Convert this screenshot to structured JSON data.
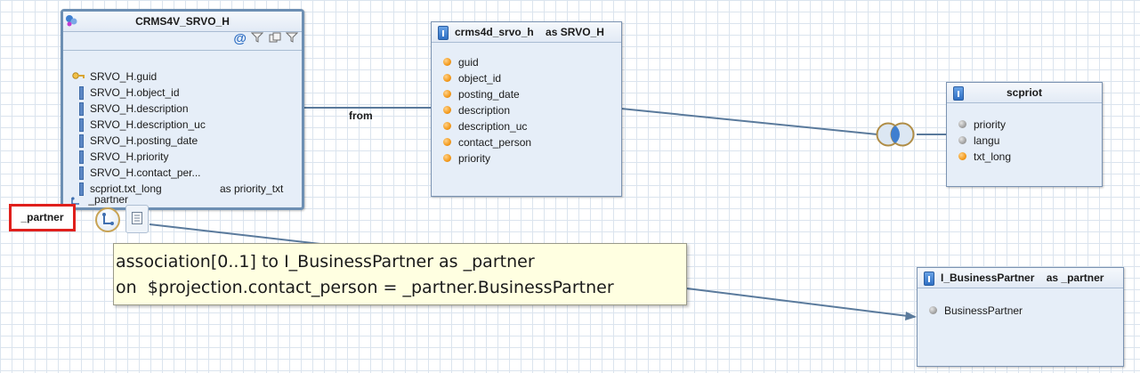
{
  "main_entity": {
    "title": "CRMS4V_SRVO_H",
    "toolbar_icons": [
      "at-annotation-icon",
      "filter-icon",
      "copy-icon",
      "filter-icon"
    ],
    "fields": [
      {
        "name": "SRVO_H.guid",
        "icon": "key-icon"
      },
      {
        "name": "SRVO_H.object_id",
        "icon": "field-icon"
      },
      {
        "name": "SRVO_H.description",
        "icon": "field-icon"
      },
      {
        "name": "SRVO_H.description_uc",
        "icon": "field-icon"
      },
      {
        "name": "SRVO_H.posting_date",
        "icon": "field-icon"
      },
      {
        "name": "SRVO_H.priority",
        "icon": "field-icon"
      },
      {
        "name": "SRVO_H.contact_per...",
        "icon": "field-icon"
      },
      {
        "name": "scpriot.txt_long",
        "alias": "as priority_txt",
        "icon": "field-icon"
      }
    ],
    "association_row": "_partner"
  },
  "source_table": {
    "title": "crms4d_srvo_h    as SRVO_H",
    "fields": [
      "guid",
      "object_id",
      "posting_date",
      "description",
      "description_uc",
      "contact_person",
      "priority"
    ]
  },
  "text_table": {
    "title": "scpriot",
    "fields": [
      {
        "name": "priority",
        "color": "gray"
      },
      {
        "name": "langu",
        "color": "gray"
      },
      {
        "name": "txt_long",
        "color": "orange"
      }
    ]
  },
  "partner_table": {
    "title": "I_BusinessPartner    as _partner",
    "fields": [
      {
        "name": "BusinessPartner",
        "color": "gray"
      }
    ]
  },
  "connector_label": "from",
  "partner_label": "_partner",
  "tooltip": {
    "line1": "association[0..1] to I_BusinessPartner as _partner",
    "line2": "on  $projection.contact_person = _partner.BusinessPartner"
  },
  "colors": {
    "box_fill": "#e6eef8",
    "box_border": "#7b93b2",
    "highlight_border": "#e0201c",
    "tooltip_fill": "#ffffe1",
    "key_field": "#f39a1c",
    "non_key_field": "#a3a3a3"
  }
}
